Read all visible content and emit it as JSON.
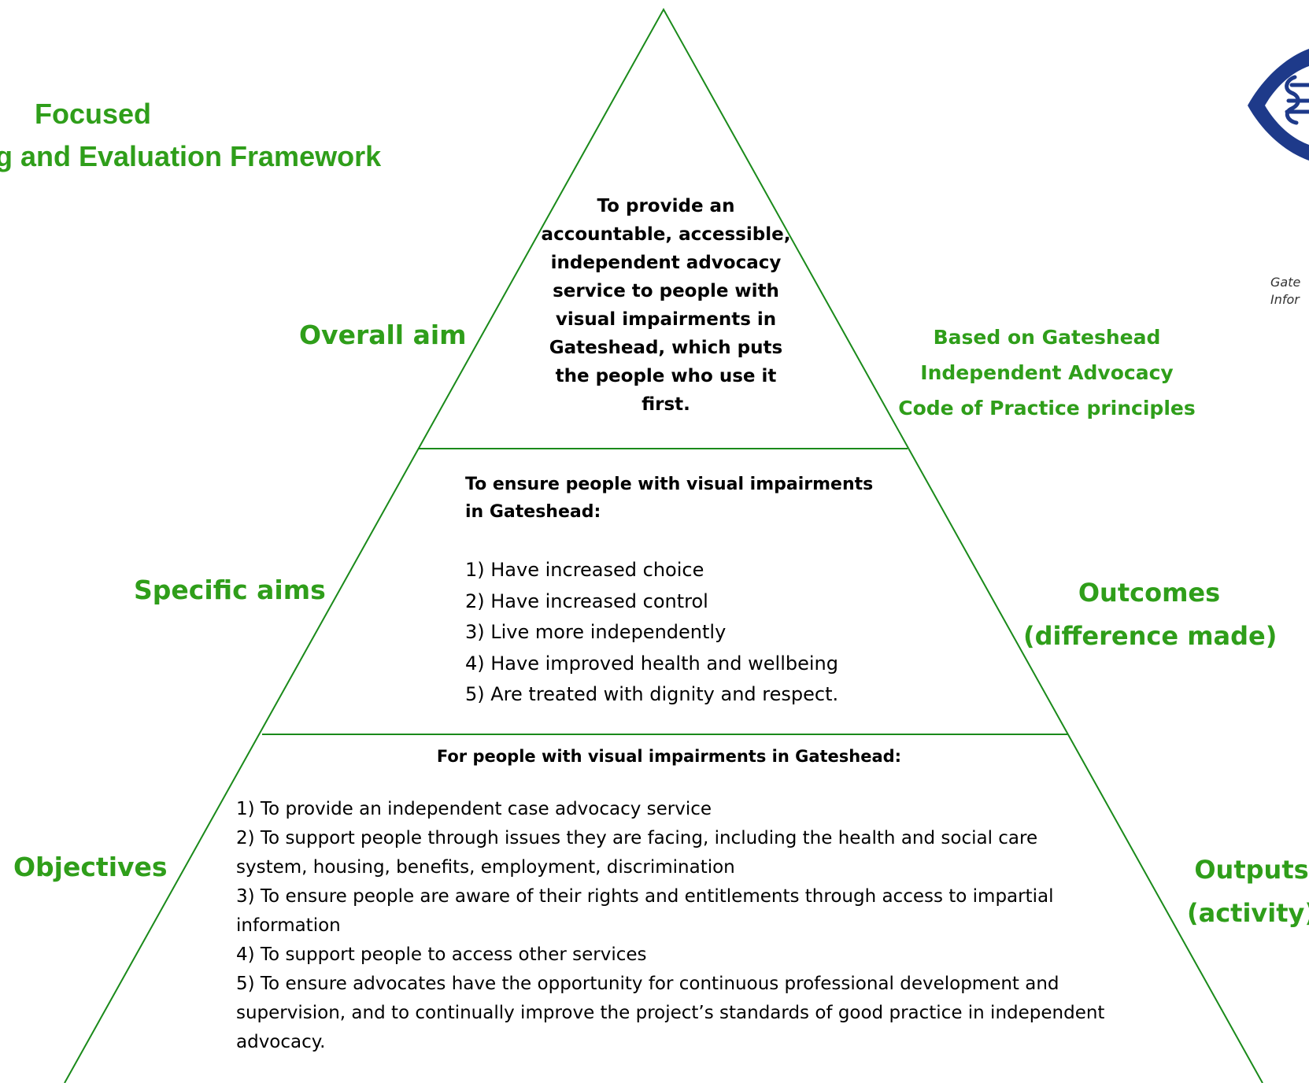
{
  "title": {
    "line1": "Focused",
    "line2": "g and Evaluation Framework"
  },
  "levels": {
    "overall_aim": {
      "label": "Overall aim",
      "text": "To provide an accountable, accessible, independent advocacy service to people with visual impairments in Gateshead, which puts the people who use it first."
    },
    "specific_aims": {
      "label": "Specific aims",
      "heading": "To ensure people with visual impairments in Gateshead:",
      "items": [
        "1) Have increased choice",
        "2) Have increased control",
        "3) Live more independently",
        "4) Have improved health and wellbeing",
        "5) Are treated with dignity and respect."
      ]
    },
    "objectives": {
      "label": "Objectives",
      "heading": "For people with visual impairments in Gateshead:",
      "items": [
        "1) To provide an independent case advocacy service",
        "2) To support people through issues they are facing, including the health and social care system, housing, benefits, employment, discrimination",
        "3) To ensure people are aware of their rights and entitlements through access to impartial information",
        "4) To support people to access other services",
        "5) To ensure advocates have the opportunity for continuous professional development and supervision, and to continually improve the project’s standards of good practice in independent advocacy."
      ]
    }
  },
  "right_labels": {
    "principles": {
      "line1": "Based on Gateshead",
      "line2": "Independent Advocacy",
      "line3": "Code of Practice principles"
    },
    "outcomes": {
      "line1": "Outcomes",
      "line2": "(difference made)"
    },
    "outputs": {
      "line1": "Outputs",
      "line2": "(activity)"
    }
  },
  "logo": {
    "caption_line1": "Gate",
    "caption_line2": "Infor"
  },
  "colors": {
    "green_text": "#2f9e1a",
    "pyramid_line": "#1a8a1a",
    "logo_blue": "#1e3a8a"
  }
}
